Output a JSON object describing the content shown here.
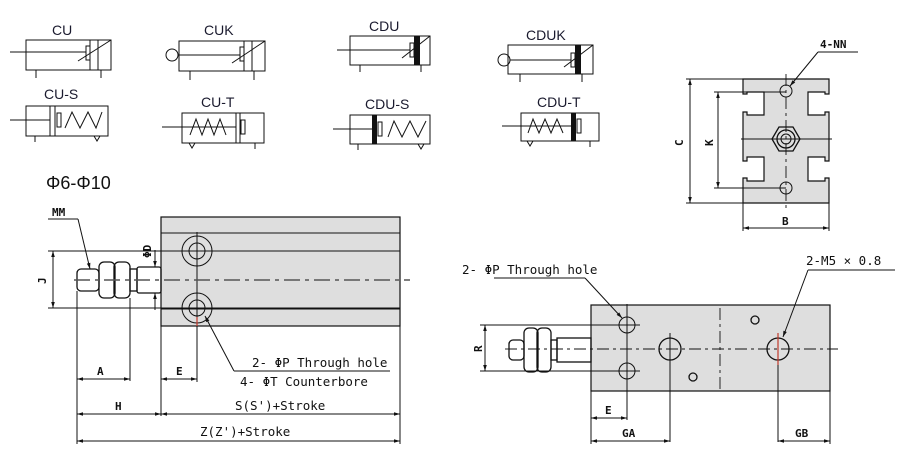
{
  "symbols": [
    {
      "label": "CU"
    },
    {
      "label": "CUK"
    },
    {
      "label": "CDU"
    },
    {
      "label": "CDUK"
    },
    {
      "label": "CU-S"
    },
    {
      "label": "CU-T"
    },
    {
      "label": "CDU-S"
    },
    {
      "label": "CDU-T"
    }
  ],
  "bore_range": "Φ6-Φ10",
  "end_view": {
    "labels": {
      "holes": "4-NN",
      "height": "C",
      "pitch": "K",
      "width": "B"
    }
  },
  "side_view": {
    "labels": {
      "rod_thread": "MM",
      "rod_dia": "ΦD",
      "height": "J",
      "rod_len": "A",
      "hole_offset": "E",
      "rod_total": "H",
      "through_hole": "2- ΦP  Through hole",
      "counterbore": "4- ΦT  Counterbore",
      "body_len": "S(S')+Stroke",
      "total_len": "Z(Z')+Stroke"
    }
  },
  "top_view": {
    "labels": {
      "through_hole": "2- ΦP  Through hole",
      "port": "2-M5 × 0.8",
      "pitch": "R",
      "hole_offset": "E",
      "port_a": "GA",
      "port_b": "GB"
    }
  },
  "colors": {
    "body_fill": "#dedede",
    "label_text": "#1a1a2e",
    "accent_red": "#c0392b"
  }
}
